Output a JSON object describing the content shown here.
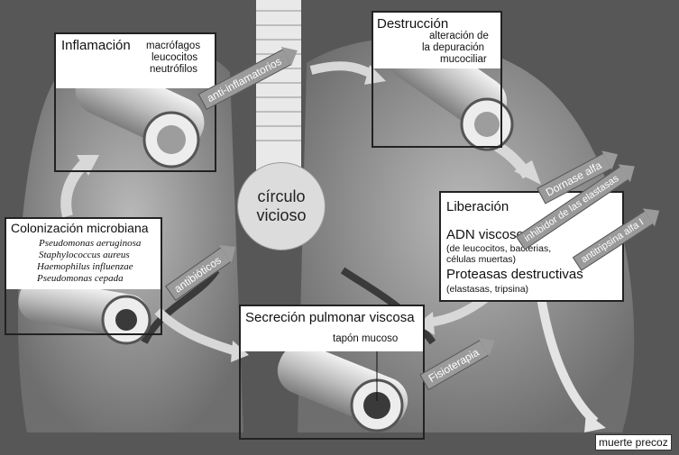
{
  "center": {
    "line1": "círculo",
    "line2": "vicioso"
  },
  "inflammation": {
    "title": "Inflamación",
    "items": [
      "macrófagos",
      "leucocitos",
      "neutrófilos"
    ]
  },
  "destruction": {
    "title": "Destrucción",
    "items": [
      "alteración de",
      "la depuración",
      "mucociliar"
    ]
  },
  "colonization": {
    "title": "Colonización microbiana",
    "items": [
      "Pseudomonas aeruginosa",
      "Staphylococcus aureus",
      "Haemophilus influenzae",
      "Pseudomonas cepada"
    ]
  },
  "secretion": {
    "title": "Secreción pulmonar viscosa",
    "plug": "tapón mucoso"
  },
  "release": {
    "title": "Liberación",
    "dna_title": "ADN viscoso",
    "dna_sub": [
      "(de leucocitos, bacterias,",
      "células muertas)"
    ],
    "prot_title": "Proteasas destructivas",
    "prot_sub": "(elastasas, tripsina)"
  },
  "treatments": {
    "antiinflammatory": "anti-inflamatorios",
    "dornase": "Dornase alfa",
    "elastase_inhibitor": "inhibidor de las elastasas",
    "antitrypsin": "antitripsina alfa I",
    "antibiotics": "antibióticos",
    "physio": "Fisioterapia"
  },
  "outcome": "muerte precoz"
}
